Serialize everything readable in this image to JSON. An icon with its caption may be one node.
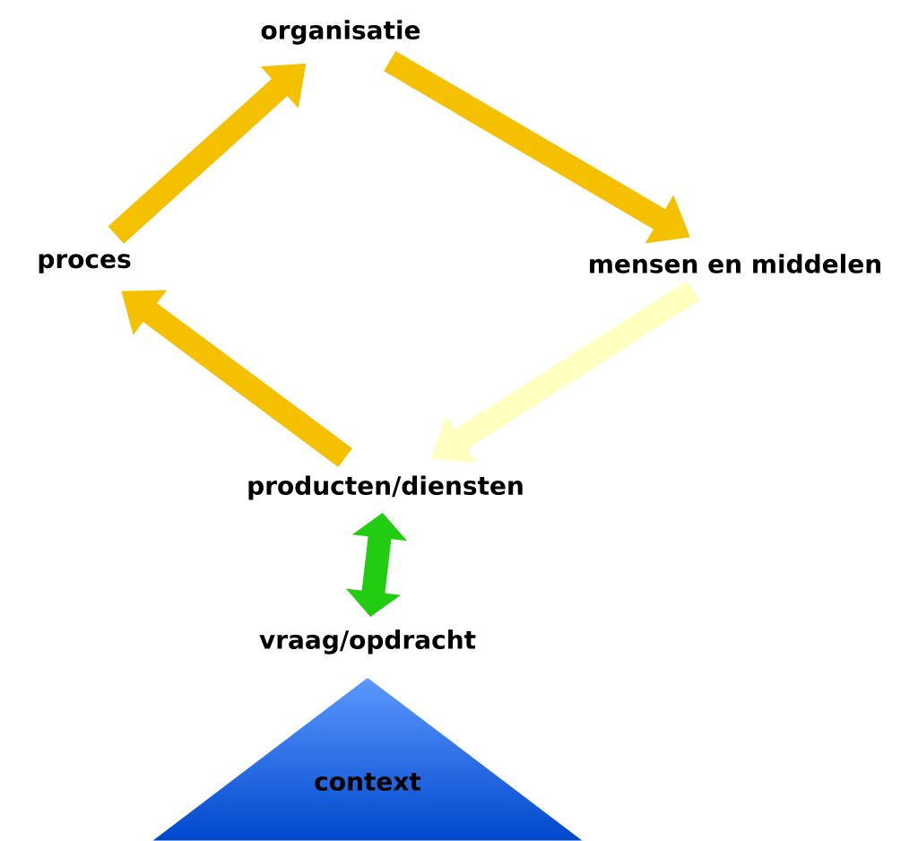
{
  "diagram": {
    "nodes": [
      {
        "text": [
          "organisatie"
        ]
      },
      {
        "text": [
          "mensen en middelen"
        ]
      },
      {
        "text": [
          "producten/diensten"
        ]
      },
      {
        "text": [
          "proces"
        ]
      },
      {
        "text": [
          "vraag/opdracht"
        ]
      },
      {
        "text": [
          "context"
        ]
      }
    ],
    "edges": [
      {
        "from": 3,
        "to": 0,
        "arrow": "to"
      },
      {
        "from": 0,
        "to": 1,
        "arrow": "to"
      },
      {
        "from": 1,
        "to": 2,
        "arrow": "to",
        "color": "#ffffc0"
      },
      {
        "from": 2,
        "to": 3,
        "arrow": "to"
      },
      {
        "from": 2,
        "to": 4,
        "arrow": "both",
        "color": "#22cc11"
      }
    ]
  }
}
